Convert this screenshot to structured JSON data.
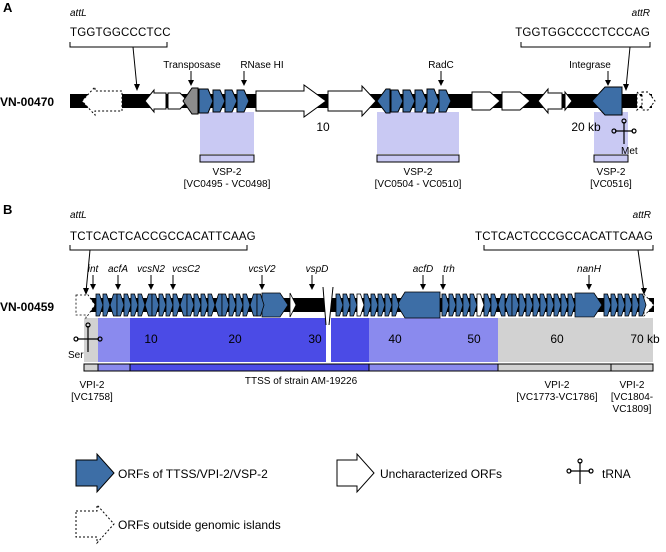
{
  "colors": {
    "island_orf": "#3d6ea6",
    "transposase_orf": "#8c8c8c",
    "uncharacterized_orf": "#ffffff",
    "vsp2_region": "#c9c9f3",
    "ttss_region": "#4b4be6",
    "ttss_region_light": "#8a8aee",
    "vpi2_region": "#d2d2d2",
    "backbone": "#000000"
  },
  "panel_a": {
    "letter": "A",
    "strain": "VN-00470",
    "att_left": "attL",
    "att_right": "attR",
    "seq_left": "TGGTGGCCCTCC",
    "seq_right": "TGGTGGCCCCTCCCAG",
    "labels": {
      "transposase": "Transposase",
      "rnase": "RNase HI",
      "radc": "RadC",
      "integrase": "Integrase"
    },
    "ticks": [
      "10",
      "20 kb"
    ],
    "trna_label": "Met",
    "regions": [
      {
        "name": "VSP-2",
        "range": "[VC0495 - VC0498]"
      },
      {
        "name": "VSP-2",
        "range": "[VC0504 - VC0510]"
      },
      {
        "name": "VSP-2",
        "range": "[VC0516]"
      }
    ]
  },
  "panel_b": {
    "letter": "B",
    "strain": "VN-00459",
    "att_left": "attL",
    "att_right": "attR",
    "seq_left": "TCTCACTCACCGCCACATTCAAG",
    "seq_right": "TCTCACTCCCGCCACATTCAAG",
    "labels": {
      "int": "int",
      "acfa": "acfA",
      "vcsn2": "vcsN2",
      "vcsc2": "vcsC2",
      "vcsv2": "vcsV2",
      "vspd": "vspD",
      "acfd": "acfD",
      "trh": "trh",
      "nanh": "nanH"
    },
    "ticks": [
      "10",
      "20",
      "30",
      "40",
      "50",
      "60",
      "70 kb"
    ],
    "trna_label": "Ser",
    "regions": [
      {
        "name": "VPI-2",
        "range": "[VC1758]"
      },
      {
        "name": "TTSS of strain AM-19226",
        "range": ""
      },
      {
        "name": "VPI-2",
        "range": "[VC1773-VC1786]"
      },
      {
        "name": "VPI-2",
        "range_line1": "[VC1804-",
        "range_line2": "VC1809]"
      }
    ]
  },
  "legend": {
    "island_orfs": "ORFs of TTSS/VPI-2/VSP-2",
    "uncharacterized": "Uncharacterized ORFs",
    "trna": "tRNA",
    "outside": "ORFs outside genomic islands"
  }
}
